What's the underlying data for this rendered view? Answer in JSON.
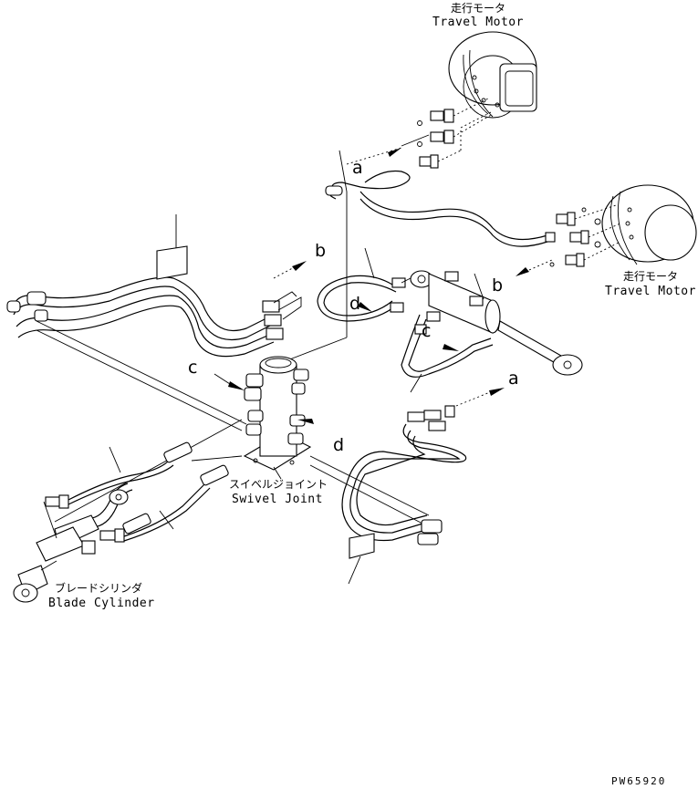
{
  "labels": {
    "travel_motor_top_jp": "走行モータ",
    "travel_motor_top_en": "Travel Motor",
    "travel_motor_right_jp": "走行モータ",
    "travel_motor_right_en": "Travel Motor",
    "swivel_joint_jp": "スイベルジョイント",
    "swivel_joint_en": "Swivel Joint",
    "blade_cylinder_jp": "ブレードシリンダ",
    "blade_cylinder_en": "Blade Cylinder"
  },
  "references": {
    "a_top": "a",
    "a_right": "a",
    "b_left": "b",
    "b_right": "b",
    "c_left": "c",
    "c_right": "c",
    "d_left": "d",
    "d_bottom": "d"
  },
  "drawing_code": "PW65920"
}
